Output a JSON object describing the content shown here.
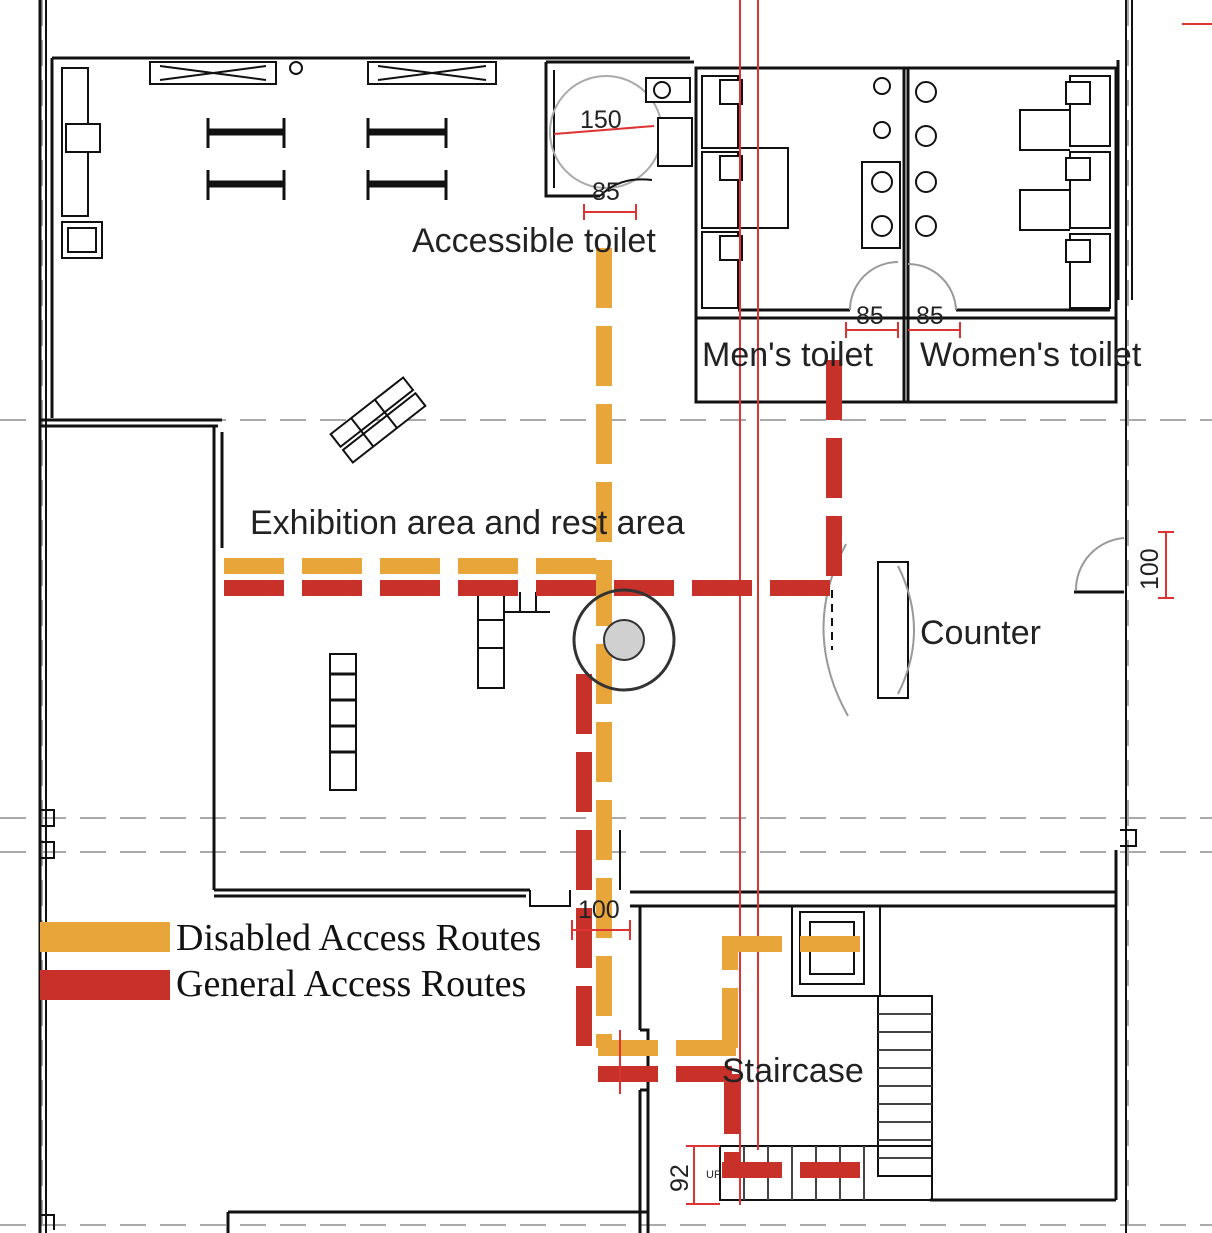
{
  "labels": {
    "accessible_toilet": "Accessible toilet",
    "mens_toilet": "Men's toilet",
    "womens_toilet": "Women's toilet",
    "exhibition": "Exhibition area and rest area",
    "counter": "Counter",
    "staircase": "Staircase",
    "up": "UP"
  },
  "dimensions": {
    "turning_circle": "150",
    "accessible_door": "85",
    "mens_door": "85",
    "womens_door": "85",
    "entrance_door": "100",
    "corridor_door": "100",
    "stair_width": "92"
  },
  "legend": {
    "disabled": "Disabled Access Routes",
    "general": "General Access Routes"
  },
  "colors": {
    "disabled_route": "#E8A53A",
    "general_route": "#C8302A",
    "dimension": "#D33333"
  }
}
